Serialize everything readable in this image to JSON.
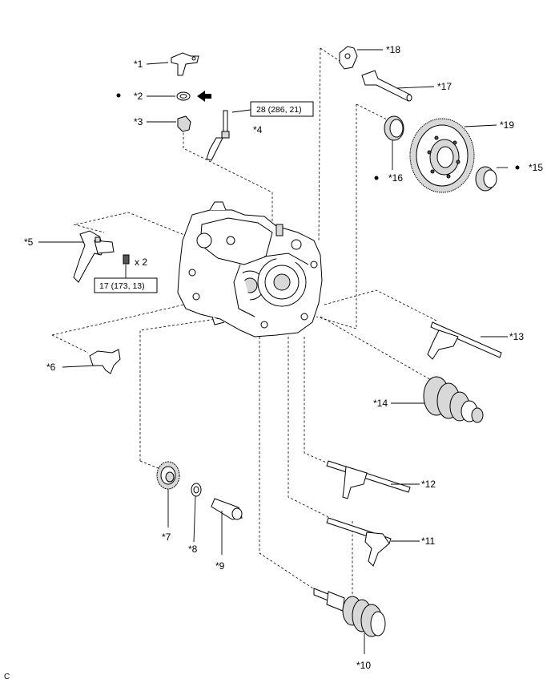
{
  "labels": {
    "p1": "*1",
    "p2": "*2",
    "p3": "*3",
    "p4": "*4",
    "p5": "*5",
    "p6": "*6",
    "p7": "*7",
    "p8": "*8",
    "p9": "*9",
    "p10": "*10",
    "p11": "*11",
    "p12": "*12",
    "p13": "*13",
    "p14": "*14",
    "p15": "*15",
    "p16": "*16",
    "p17": "*17",
    "p18": "*18",
    "p19": "*19"
  },
  "torque": {
    "t4": "28 (286, 21)",
    "t5": "17 (173, 13)"
  },
  "quantity": {
    "q5": "x 2"
  },
  "corner_code": "C",
  "icons": {
    "non_reusable": "bullet-dot-icon",
    "install_direction": "arrow-icon"
  }
}
